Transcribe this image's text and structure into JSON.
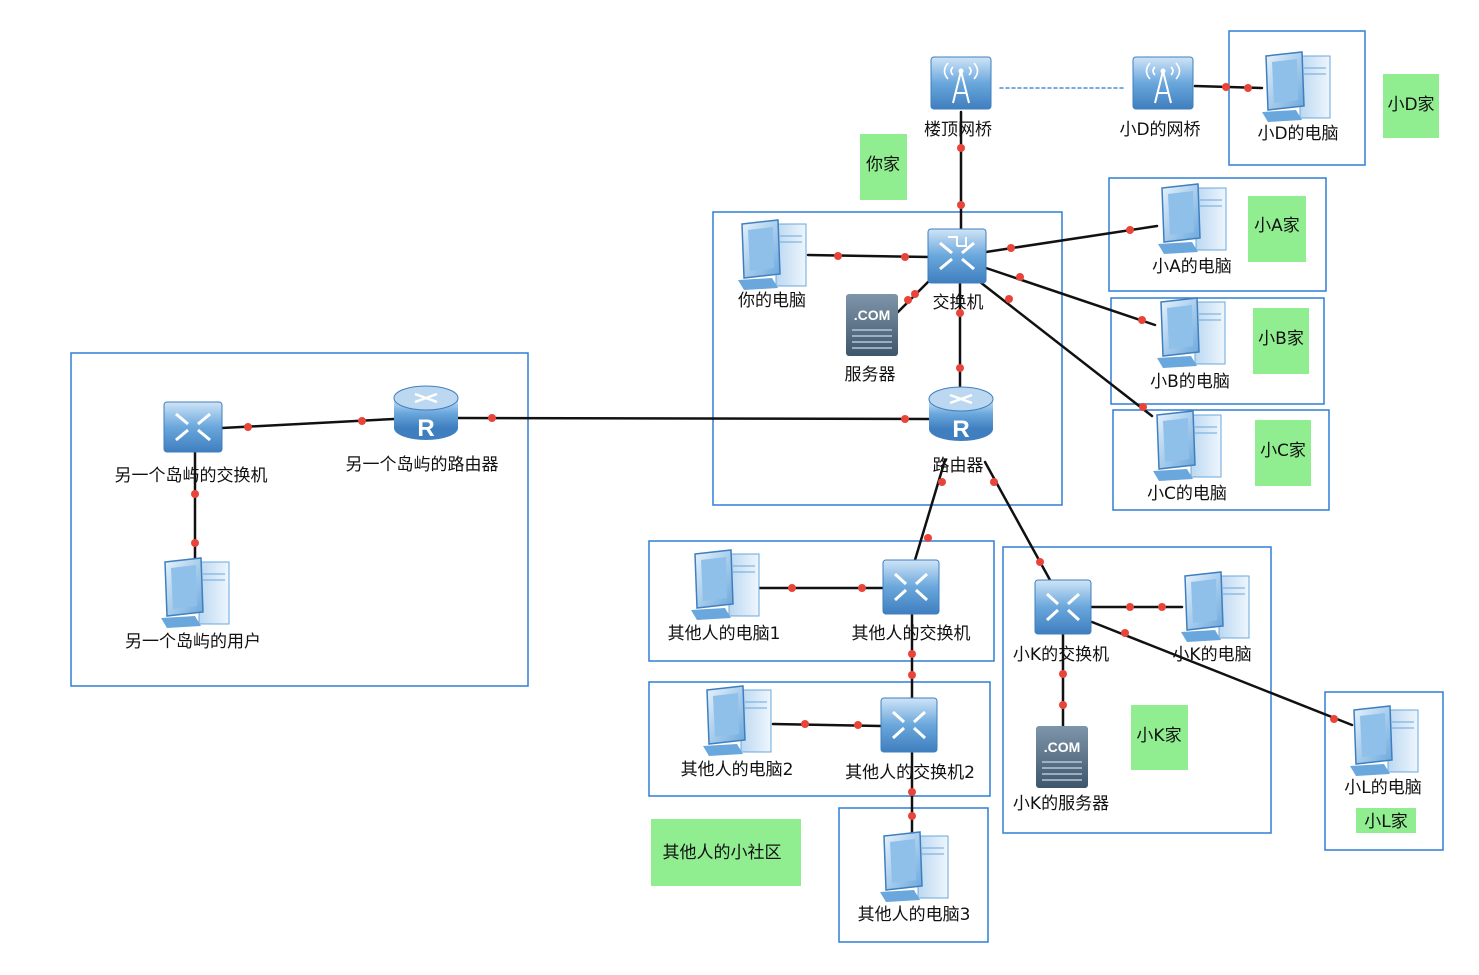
{
  "colors": {
    "box_border": "#2f7fd6",
    "link": "#111111",
    "wifi_link": "#4a90d9",
    "endpoint_dot": "#e8443a",
    "tag_fill": "#90ee90",
    "device_blue": "#6aa7dc"
  },
  "nodes": [
    {
      "id": "rooftop_bridge",
      "type": "wireless-bridge",
      "label": "楼顶网桥"
    },
    {
      "id": "xiaod_bridge",
      "type": "wireless-bridge",
      "label": "小D的网桥"
    },
    {
      "id": "xiaod_pc",
      "type": "pc",
      "label": "小D的电脑"
    },
    {
      "id": "your_pc",
      "type": "pc",
      "label": "你的电脑"
    },
    {
      "id": "switch",
      "type": "switch",
      "label": "交换机"
    },
    {
      "id": "server",
      "type": "server",
      "label": "服务器"
    },
    {
      "id": "router",
      "type": "router",
      "label": "路由器"
    },
    {
      "id": "xiaoa_pc",
      "type": "pc",
      "label": "小A的电脑"
    },
    {
      "id": "xiaob_pc",
      "type": "pc",
      "label": "小B的电脑"
    },
    {
      "id": "xiaoc_pc",
      "type": "pc",
      "label": "小C的电脑"
    },
    {
      "id": "island_switch",
      "type": "switch",
      "label": "另一个岛屿的交换机"
    },
    {
      "id": "island_router",
      "type": "router",
      "label": "另一个岛屿的路由器"
    },
    {
      "id": "island_user",
      "type": "pc",
      "label": "另一个岛屿的用户"
    },
    {
      "id": "other_pc1",
      "type": "pc",
      "label": "其他人的电脑1"
    },
    {
      "id": "other_switch",
      "type": "switch",
      "label": "其他人的交换机"
    },
    {
      "id": "other_pc2",
      "type": "pc",
      "label": "其他人的电脑2"
    },
    {
      "id": "other_switch2",
      "type": "switch",
      "label": "其他人的交换机2"
    },
    {
      "id": "other_pc3",
      "type": "pc",
      "label": "其他人的电脑3"
    },
    {
      "id": "xiaok_switch",
      "type": "switch",
      "label": "小K的交换机"
    },
    {
      "id": "xiaok_pc",
      "type": "pc",
      "label": "小K的电脑"
    },
    {
      "id": "xiaok_server",
      "type": "server",
      "label": "小K的服务器"
    },
    {
      "id": "xiaol_pc",
      "type": "pc",
      "label": "小L的电脑"
    }
  ],
  "links": [
    {
      "from": "rooftop_bridge",
      "to": "xiaod_bridge",
      "style": "wireless"
    },
    {
      "from": "xiaod_bridge",
      "to": "xiaod_pc",
      "style": "wired"
    },
    {
      "from": "rooftop_bridge",
      "to": "switch",
      "style": "wired"
    },
    {
      "from": "your_pc",
      "to": "switch",
      "style": "wired"
    },
    {
      "from": "server",
      "to": "switch",
      "style": "wired"
    },
    {
      "from": "switch",
      "to": "xiaoa_pc",
      "style": "wired"
    },
    {
      "from": "switch",
      "to": "xiaob_pc",
      "style": "wired"
    },
    {
      "from": "switch",
      "to": "xiaoc_pc",
      "style": "wired"
    },
    {
      "from": "switch",
      "to": "router",
      "style": "wired"
    },
    {
      "from": "island_router",
      "to": "router",
      "style": "wired"
    },
    {
      "from": "island_switch",
      "to": "island_router",
      "style": "wired"
    },
    {
      "from": "island_switch",
      "to": "island_user",
      "style": "wired"
    },
    {
      "from": "router",
      "to": "other_switch",
      "style": "wired"
    },
    {
      "from": "router",
      "to": "xiaok_switch",
      "style": "wired"
    },
    {
      "from": "other_pc1",
      "to": "other_switch",
      "style": "wired"
    },
    {
      "from": "other_switch",
      "to": "other_switch2",
      "style": "wired"
    },
    {
      "from": "other_pc2",
      "to": "other_switch2",
      "style": "wired"
    },
    {
      "from": "other_switch2",
      "to": "other_pc3",
      "style": "wired"
    },
    {
      "from": "xiaok_switch",
      "to": "xiaok_pc",
      "style": "wired"
    },
    {
      "from": "xiaok_switch",
      "to": "xiaok_server",
      "style": "wired"
    },
    {
      "from": "xiaok_switch",
      "to": "xiaol_pc",
      "style": "wired"
    }
  ],
  "tags": [
    {
      "id": "tag_xiaod",
      "text": "小D家"
    },
    {
      "id": "tag_ni",
      "text": "你家"
    },
    {
      "id": "tag_xiaoa",
      "text": "小A家"
    },
    {
      "id": "tag_xiaob",
      "text": "小B家"
    },
    {
      "id": "tag_xiaoc",
      "text": "小C家"
    },
    {
      "id": "tag_xiaok",
      "text": "小K家"
    },
    {
      "id": "tag_xiaol",
      "text": "小L家"
    },
    {
      "id": "tag_other",
      "text": "其他人的小社区"
    }
  ]
}
